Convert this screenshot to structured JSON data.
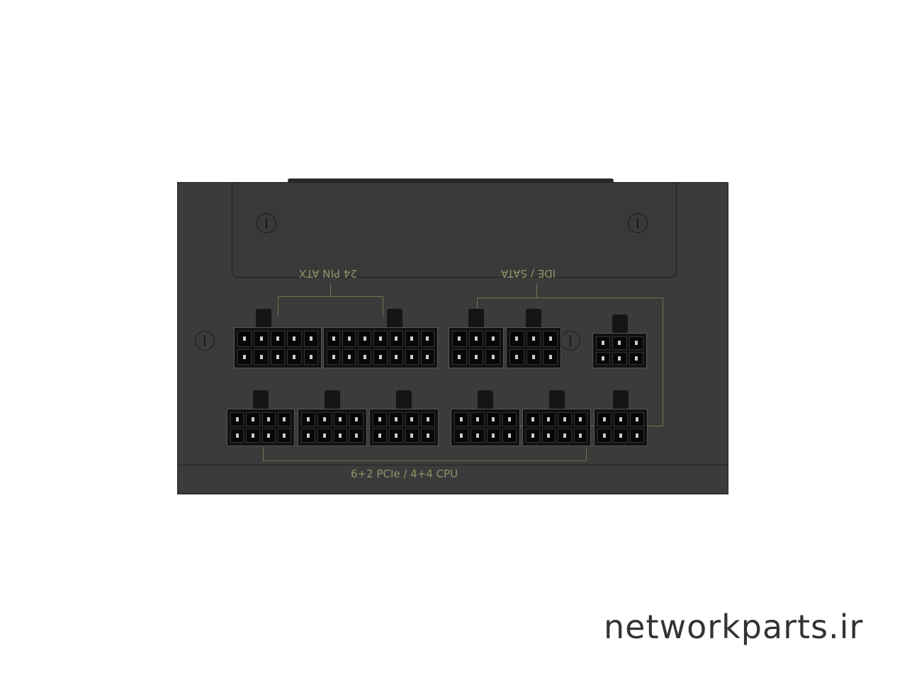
{
  "labels": {
    "atx": "24 PIN ATX",
    "sata": "IDE / SATA",
    "pcie": "6+2 PCIe / 4+4 CPU"
  },
  "watermark": "networkparts.ir",
  "connectors": {
    "top": [
      {
        "name": "atx-24pin-part-10",
        "cols": 5
      },
      {
        "name": "atx-24pin-part-14",
        "cols": 7
      },
      {
        "name": "sata-connector-1",
        "cols": 3
      },
      {
        "name": "sata-connector-2",
        "cols": 3
      },
      {
        "name": "sata-connector-3",
        "cols": 3
      }
    ],
    "bottom": [
      {
        "name": "pcie-cpu-connector-1",
        "cols": 4
      },
      {
        "name": "pcie-cpu-connector-2",
        "cols": 4
      },
      {
        "name": "pcie-cpu-connector-3",
        "cols": 4
      },
      {
        "name": "pcie-cpu-connector-4",
        "cols": 4
      },
      {
        "name": "pcie-cpu-connector-5",
        "cols": 4
      },
      {
        "name": "sata-connector-4",
        "cols": 3
      }
    ]
  }
}
